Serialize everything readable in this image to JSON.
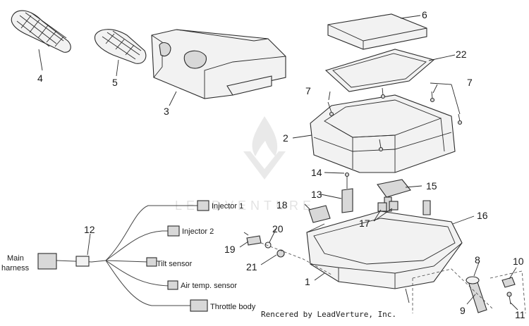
{
  "callouts": {
    "c1": "1",
    "c2": "2",
    "c3": "3",
    "c4": "4",
    "c5": "5",
    "c6": "6",
    "c7a": "7",
    "c7b": "7",
    "c8": "8",
    "c9": "9",
    "c10": "10",
    "c11": "11",
    "c12": "12",
    "c13": "13",
    "c14": "14",
    "c15": "15",
    "c16": "16",
    "c17": "17",
    "c18": "18",
    "c19": "19",
    "c20": "20",
    "c21": "21",
    "c22": "22"
  },
  "harness": {
    "main_line1": "Main",
    "main_line2": "harness",
    "injector1": "Injector 1",
    "injector2": "Injector 2",
    "tilt": "Tilt sensor",
    "air_temp": "Air temp. sensor",
    "throttle": "Throttle body"
  },
  "credit": "Rencered by LeadVerture, Inc.",
  "watermark": "LEADVENTURE"
}
